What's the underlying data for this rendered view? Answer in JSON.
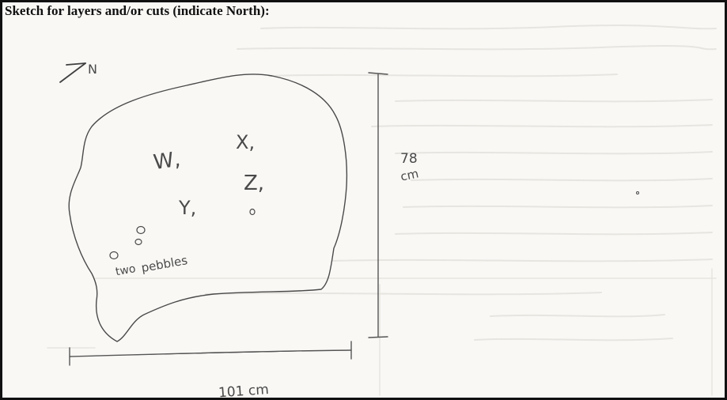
{
  "section": {
    "title": "Sketch for layers and/or cuts (indicate North):"
  },
  "sketch": {
    "north_label": "N",
    "points": [
      {
        "label": "W,"
      },
      {
        "label": "X,"
      },
      {
        "label": "Z,"
      },
      {
        "label": "Y,"
      }
    ],
    "note_line1": "two",
    "note_line2": "pebbles",
    "height_value": "78",
    "height_unit": "cm",
    "width_label": "101 cm"
  }
}
